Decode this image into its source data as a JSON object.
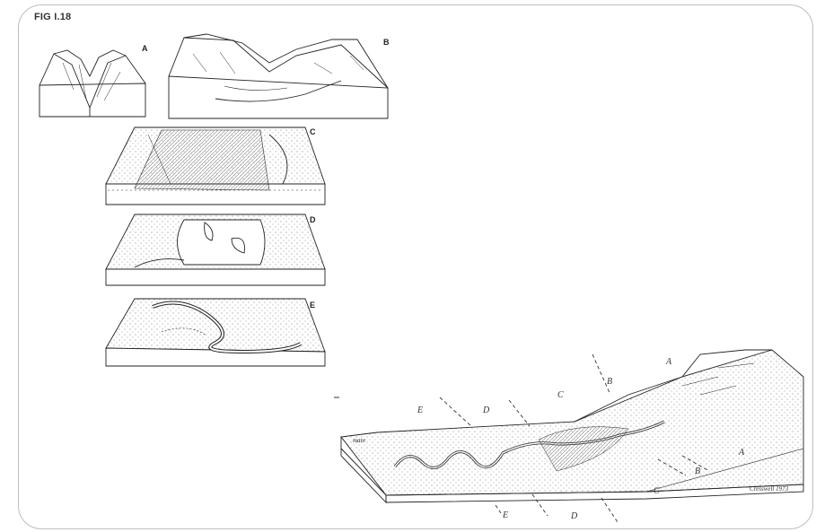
{
  "figure": {
    "title": "FIG I.18",
    "panel_labels": [
      "A",
      "B",
      "C",
      "D",
      "E"
    ]
  },
  "profile": {
    "zone_labels_top": [
      "E",
      "D",
      "C",
      "B",
      "A"
    ],
    "zone_labels_side": [
      "A",
      "B",
      "C"
    ],
    "zone_labels_bottom": [
      "E",
      "D"
    ],
    "mouth_label": "mare",
    "signature": "Cresswell 1973"
  }
}
